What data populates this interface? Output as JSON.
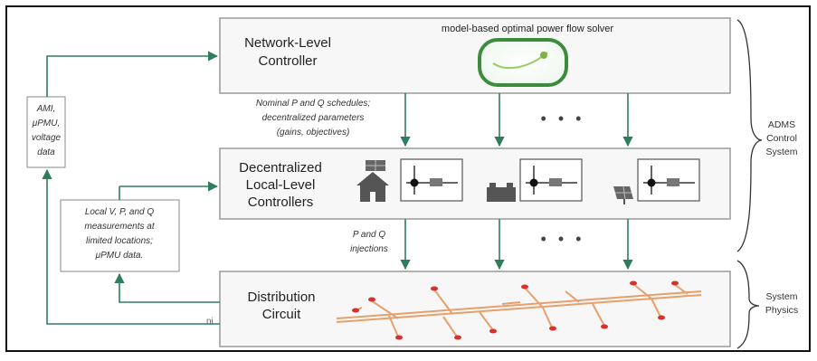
{
  "diagram": {
    "network_controller": {
      "title_line1": "Network-Level",
      "title_line2": "Controller",
      "solver_label": "model-based optimal power flow solver"
    },
    "local_controllers": {
      "title_line1": "Decentralized",
      "title_line2": "Local-Level",
      "title_line3": "Controllers"
    },
    "distribution": {
      "title_line1": "Distribution",
      "title_line2": "Circuit"
    },
    "schedules_label": {
      "line1": "Nominal P and Q schedules;",
      "line2": "decentralized parameters",
      "line3": "(gains, objectives)"
    },
    "injections_label": {
      "line1": "P and Q",
      "line2": "injections"
    },
    "ami_box": {
      "line1": "AMI,",
      "line2": "μPMU,",
      "line3": "voltage",
      "line4": "data"
    },
    "local_meas_box": {
      "line1": "Local V, P, and Q",
      "line2": "measurements at",
      "line3": "limited locations;",
      "line4": "μPMU  data."
    },
    "ellipsis": "• • •",
    "adms_label": {
      "line1": "ADMS",
      "line2": "Control",
      "line3": "System"
    },
    "physics_label": {
      "line1": "System",
      "line2": "Physics"
    },
    "stray_text": "ni"
  },
  "colors": {
    "arrow": "#2e7d5b",
    "box_border": "#9a9a9a",
    "box_fill": "#f7f7f7",
    "solver_loop": "#3d8b3d",
    "circuit_line": "#e7a06b",
    "circuit_node": "#d9302b",
    "icon_dark": "#555555"
  }
}
